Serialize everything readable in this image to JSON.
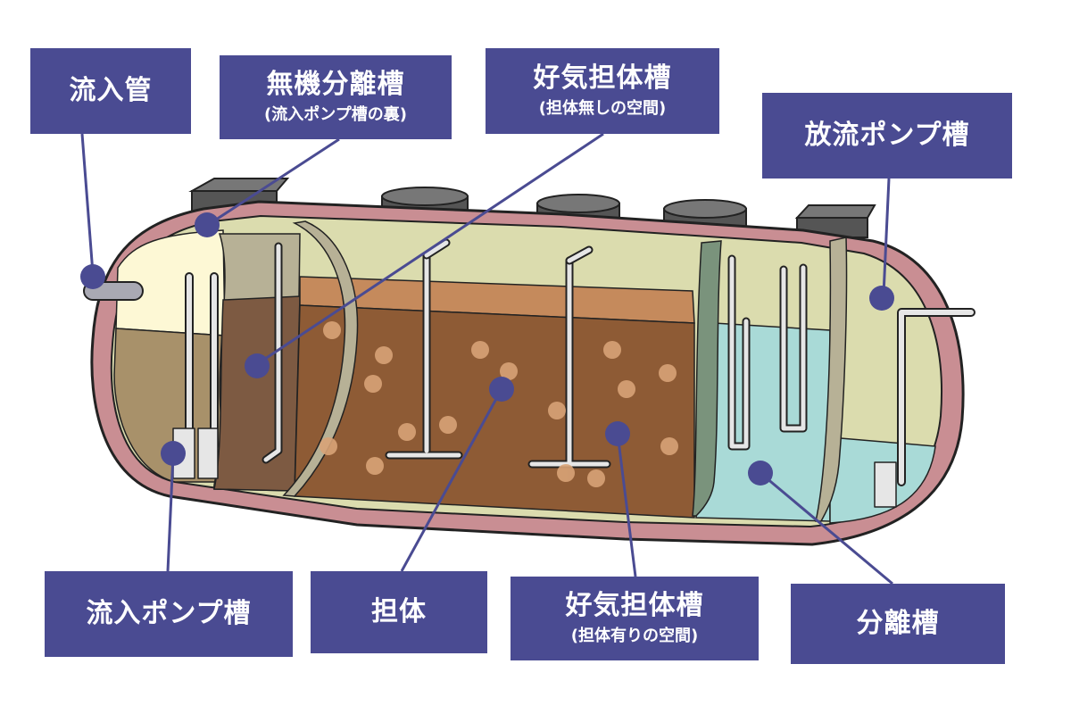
{
  "labels": {
    "inflow_pipe": {
      "main": "流入管"
    },
    "inorganic_separation_tank": {
      "main": "無機分離槽",
      "sub": "(流入ポンプ槽の裏)"
    },
    "aerobic_tank_empty": {
      "main": "好気担体槽",
      "sub": "(担体無しの空間)"
    },
    "discharge_pump_tank": {
      "main": "放流ポンプ槽"
    },
    "inflow_pump_tank": {
      "main": "流入ポンプ槽"
    },
    "carrier": {
      "main": "担体"
    },
    "aerobic_tank_with_carrier": {
      "main": "好気担体槽",
      "sub": "(担体有りの空間)"
    },
    "separation_tank": {
      "main": "分離槽"
    }
  },
  "colors": {
    "label_bg": "#4a4b92",
    "marker": "#4a4b92",
    "tank_shell": "#c98e93",
    "sludge": "#8e5b35",
    "carrier_balls": "#d8a377",
    "clear_water": "#a9dad7",
    "inflow_liquid": "#a8916a",
    "air_space": "#dbdcae"
  }
}
